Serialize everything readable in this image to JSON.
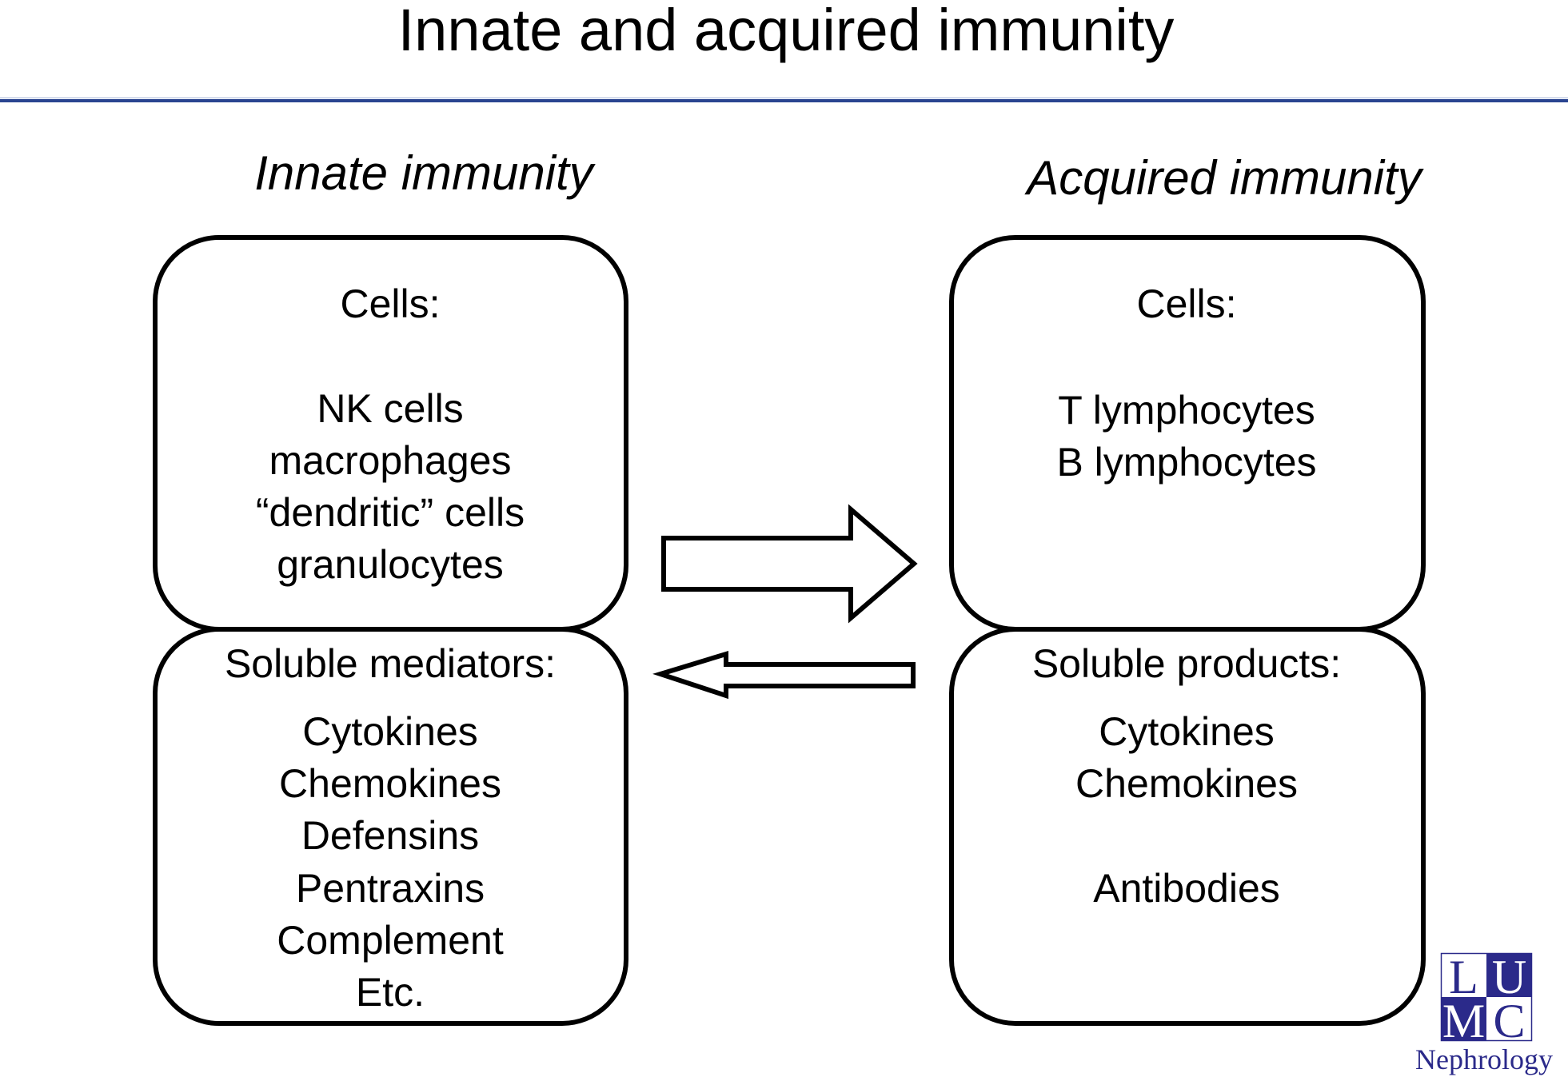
{
  "slide": {
    "title": "Innate and acquired immunity",
    "header_rule_color": "#2a4490"
  },
  "innate": {
    "heading": "Innate immunity",
    "cells_box": {
      "label": "Cells:",
      "items": [
        "NK cells",
        "macrophages",
        "“dendritic” cells",
        "granulocytes"
      ]
    },
    "soluble_box": {
      "label": "Soluble mediators:",
      "items": [
        "Cytokines",
        "Chemokines",
        "Defensins",
        "Pentraxins",
        "Complement",
        "Etc."
      ]
    }
  },
  "acquired": {
    "heading": "Acquired immunity",
    "cells_box": {
      "label": "Cells:",
      "items": [
        "T lymphocytes",
        "B lymphocytes"
      ]
    },
    "soluble_box": {
      "label": "Soluble products:",
      "items": [
        "Cytokines",
        "Chemokines",
        "",
        "Antibodies"
      ]
    }
  },
  "arrows": {
    "forward": {
      "from": "innate",
      "to": "acquired",
      "icon": "right-arrow-icon"
    },
    "backward": {
      "from": "acquired",
      "to": "innate",
      "icon": "left-arrow-icon"
    }
  },
  "logo": {
    "letters": [
      "L",
      "U",
      "M",
      "C"
    ],
    "subtitle": "Nephrology",
    "color": "#2b2a8a"
  }
}
